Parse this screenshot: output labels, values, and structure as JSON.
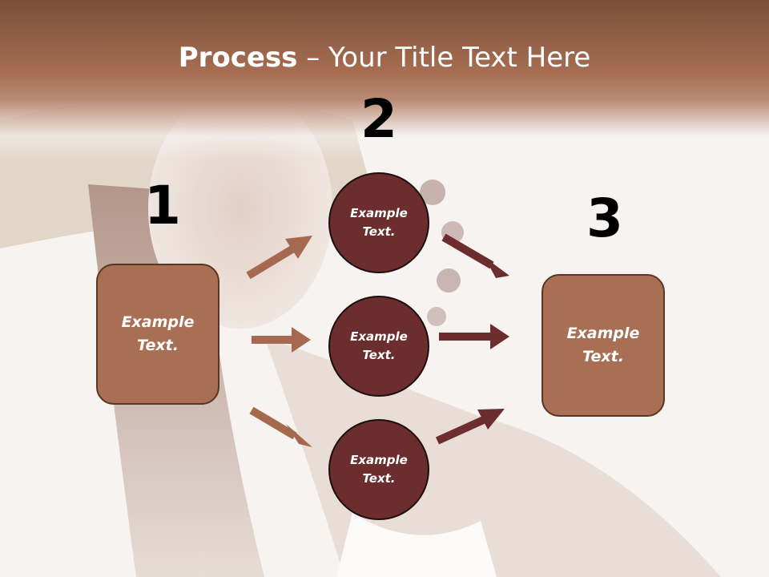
{
  "slide": {
    "title_bold": "Process",
    "title_rest": " – Your Title Text Here"
  },
  "steps": {
    "n1": "1",
    "n2": "2",
    "n3": "3"
  },
  "left_box": {
    "text": "Example\nText."
  },
  "right_box": {
    "text": "Example\nText."
  },
  "circles": [
    {
      "text": "Example\nText."
    },
    {
      "text": "Example\nText."
    },
    {
      "text": "Example\nText."
    }
  ],
  "colors": {
    "box_fill": "#a86f55",
    "circle_fill": "#6b2d2e",
    "arrow_light": "#a5694f",
    "arrow_dark": "#6b2d2e",
    "title_band": "#a66d52"
  }
}
